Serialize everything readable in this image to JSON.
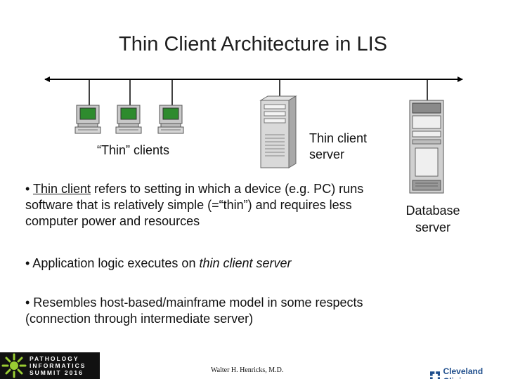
{
  "title": "Thin Client Architecture in LIS",
  "labels": {
    "thin_clients": "“Thin” clients",
    "thin_client_server_line1": "Thin client",
    "thin_client_server_line2": "server",
    "database_server_line1": "Database",
    "database_server_line2": "server"
  },
  "bullets": {
    "b1_prefix": "•  ",
    "b1_term": "Thin client",
    "b1_rest": " refers to setting in which a device (e.g. PC) runs software that is relatively simple (=“thin”) and requires less computer power and resources",
    "b2_prefix": "• Application logic executes on ",
    "b2_italic": "thin client server",
    "b3": "•  Resembles host-based/mainframe model in some respects (connection through intermediate server)"
  },
  "footer": {
    "author": "Walter H. Henricks, M.D.",
    "left_logo_lines": [
      "PATHOLOGY",
      "INFORMATICS",
      "SUMMIT 2016"
    ],
    "right_logo": "Cleveland Clinic"
  },
  "colors": {
    "screen_green": "#2e8b2e",
    "cc_blue": "#1f4e8c"
  }
}
